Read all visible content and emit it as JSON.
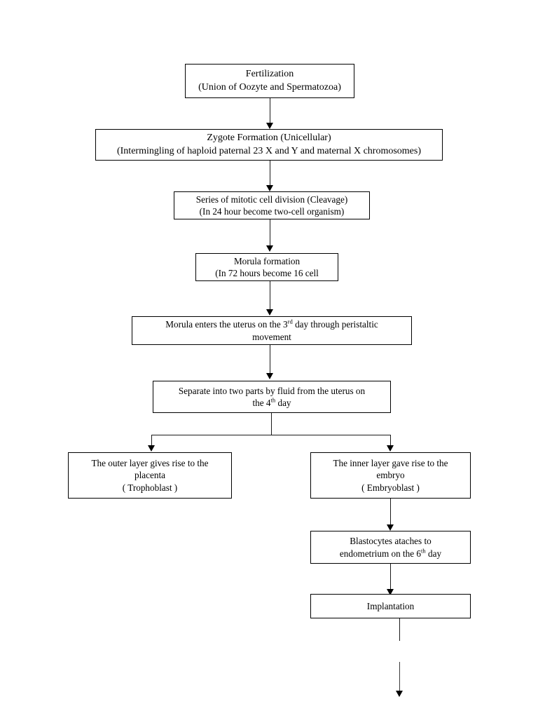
{
  "diagram": {
    "title": "Fertilization to Implantation Flowchart",
    "type": "flowchart",
    "orientation": "top-to-bottom",
    "background_color": "#ffffff",
    "line_color": "#1a1a1a",
    "text_color": "#000000",
    "nodes": [
      {
        "id": "fertilization",
        "line1": "Fertilization",
        "line2": "(Union of Oozyte and Spermatozoa)"
      },
      {
        "id": "zygote",
        "line1": "Zygote Formation (Unicellular)",
        "line2": "(Intermingling of haploid paternal 23 X and Y and maternal X chromosomes)"
      },
      {
        "id": "cleavage",
        "line1": "Series of mitotic cell division  (Cleavage)",
        "line2": "(In 24 hour become two-cell organism)"
      },
      {
        "id": "morula",
        "line1": "Morula formation",
        "line2": "(In 72 hours become 16 cell"
      },
      {
        "id": "morula-uterus",
        "line1_a": "Morula enters the uterus on the 3",
        "line1_sup": "rd",
        "line1_b": " day through peristaltic",
        "line2": "movement"
      },
      {
        "id": "separate",
        "line1": "Separate into two parts by fluid from the uterus on",
        "line2_a": "the 4",
        "line2_sup": "th",
        "line2_b": " day"
      },
      {
        "id": "trophoblast",
        "line1": "The outer layer gives rise to the",
        "line2": "placenta",
        "line3": "( Trophoblast )"
      },
      {
        "id": "embryoblast",
        "line1": "The inner layer gave rise to the",
        "line2": "embryo",
        "line3": "( Embryoblast )"
      },
      {
        "id": "blastocyte",
        "line1": "Blastocytes ataches to",
        "line2_a": "endometrium on the 6",
        "line2_sup": "th",
        "line2_b": " day"
      },
      {
        "id": "implantation",
        "line1": "Implantation"
      }
    ]
  }
}
